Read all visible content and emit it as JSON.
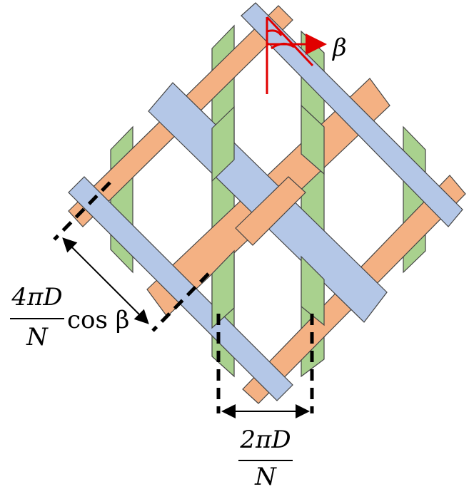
{
  "labels": {
    "beta": "β",
    "diagonal_spacing": {
      "numerator": "4πD",
      "denominator": "N",
      "suffix": "cos β"
    },
    "axial_spacing": {
      "numerator": "2πD",
      "denominator": "N"
    }
  },
  "colors": {
    "orange_strand": "#F4B183",
    "blue_strand": "#B4C7E7",
    "green_strand": "#A9D18E",
    "angle_marker": "#E00000"
  }
}
